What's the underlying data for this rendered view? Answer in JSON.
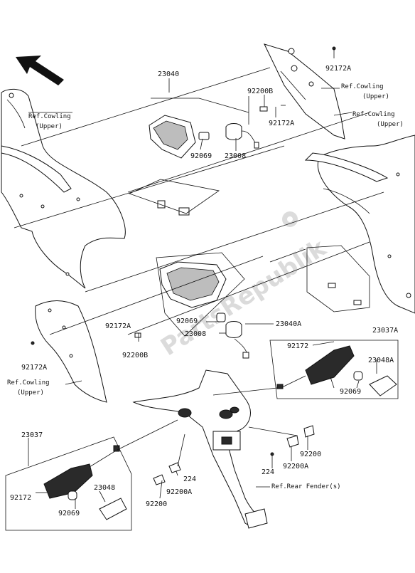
{
  "watermark": "PartsRepublik",
  "ref_labels": {
    "cowling_upper_left": [
      "Ref.Cowling",
      "(Upper)"
    ],
    "cowling_upper_top": [
      "Ref.Cowling",
      "(Upper)"
    ],
    "cowling_upper_right": [
      "Ref.Cowling",
      "(Upper)"
    ],
    "cowling_upper_bottom": [
      "Ref.Cowling",
      "(Upper)"
    ],
    "rear_fender": "Ref.Rear Fender(s)"
  },
  "part_numbers": {
    "p23040": "23040",
    "p92200b_top": "92200B",
    "p92172a_top": "92172A",
    "p92172a_top2": "92172A",
    "p92069_top": "92069",
    "p23008_top": "23008",
    "p92172a_mid": "92172A",
    "p92200b_mid": "92200B",
    "p92069_mid": "92069",
    "p23008_mid": "23008",
    "p23040a": "23040A",
    "p92172a_left": "92172A",
    "p23037a": "23037A",
    "p92172_right": "92172",
    "p23048a": "23048A",
    "p92069_right": "92069",
    "p23037": "23037",
    "p92172_left": "92172",
    "p23048": "23048",
    "p92069_left": "92069",
    "p224_center": "224",
    "p92200a_center": "92200A",
    "p92200_center": "92200",
    "p224_right": "224",
    "p92200a_right": "92200A",
    "p92200_right": "92200"
  },
  "icons": {
    "front_arrow": "direction-arrow-icon",
    "gear": "gear-icon"
  }
}
